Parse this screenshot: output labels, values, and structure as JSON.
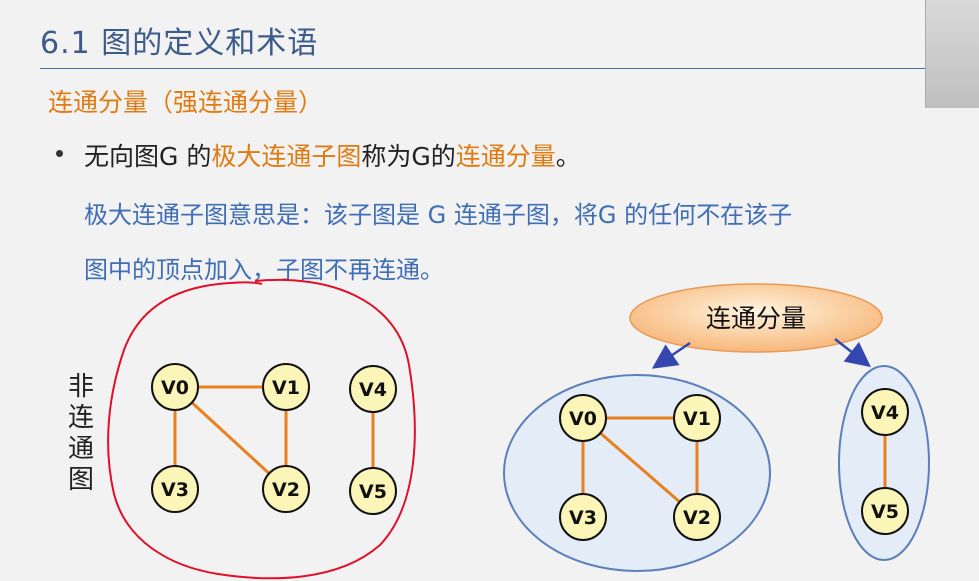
{
  "slide": {
    "title": "6.1 图的定义和术语",
    "subtitle": "连通分量（强连通分量）",
    "bullet": {
      "part1": "无向图G 的",
      "part2": "极大连通子图",
      "part3": "称为G的",
      "part4": "连通分量",
      "part5": "。"
    },
    "explanation_line1": "极大连通子图意思是：该子图是 G 连通子图，将G 的任何不在该子",
    "explanation_line2": "图中的顶点加入，子图不再连通。",
    "side_label": [
      "非",
      "连",
      "通",
      "图"
    ],
    "component_label": "连通分量"
  },
  "graph": {
    "vertices": [
      "V0",
      "V1",
      "V2",
      "V3",
      "V4",
      "V5"
    ],
    "edges": [
      [
        "V0",
        "V1"
      ],
      [
        "V0",
        "V3"
      ],
      [
        "V0",
        "V2"
      ],
      [
        "V1",
        "V2"
      ],
      [
        "V4",
        "V5"
      ]
    ]
  },
  "colors": {
    "title": "#3c5a8a",
    "accent": "#e07b12",
    "explanation": "#3f6eb5",
    "edge": "#e8801e",
    "vertex_fill": "#fbf6b8",
    "ellipse_fill": "#e4ecf7",
    "ellipse_stroke": "#5b7fba",
    "annotation": "#e0102a",
    "arrow": "#3446b0"
  }
}
